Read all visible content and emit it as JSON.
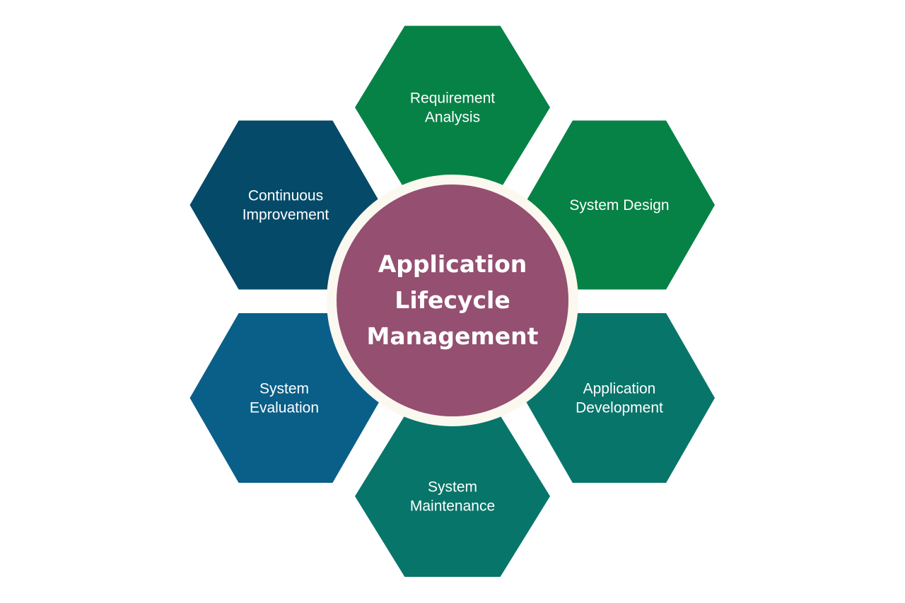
{
  "center": {
    "lines": [
      "Application",
      "Lifecycle",
      "Management"
    ],
    "color": "#944f71",
    "ring_color": "#fbf8ef"
  },
  "stages": [
    {
      "id": "requirement-analysis",
      "lines": [
        "Requirement",
        "Analysis"
      ],
      "color": "#078246"
    },
    {
      "id": "system-design",
      "lines": [
        "System Design"
      ],
      "color": "#078246"
    },
    {
      "id": "application-development",
      "lines": [
        "Application",
        "Development"
      ],
      "color": "#08756a"
    },
    {
      "id": "system-maintenance",
      "lines": [
        "System",
        "Maintenance"
      ],
      "color": "#08756a"
    },
    {
      "id": "system-evaluation",
      "lines": [
        "System",
        "Evaluation"
      ],
      "color": "#0a5f88"
    },
    {
      "id": "continuous-improvement",
      "lines": [
        "Continuous",
        "Improvement"
      ],
      "color": "#054a68"
    }
  ]
}
